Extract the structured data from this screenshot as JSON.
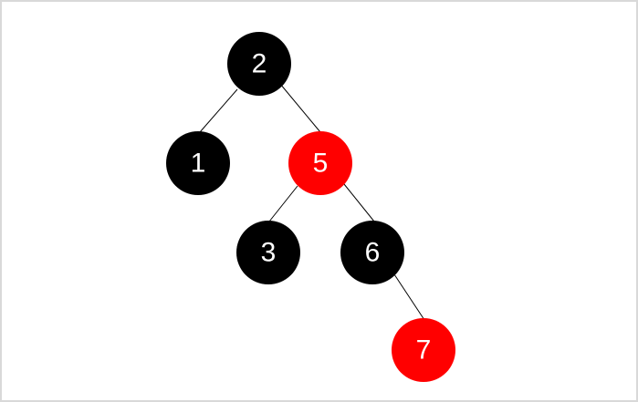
{
  "tree": {
    "colors": {
      "black": "#000000",
      "red": "#ff0000",
      "label": "#ffffff",
      "edge": "#000000",
      "border": "#d9d9d9"
    },
    "nodes": [
      {
        "id": "n2",
        "label": "2",
        "color": "black"
      },
      {
        "id": "n1",
        "label": "1",
        "color": "black"
      },
      {
        "id": "n5",
        "label": "5",
        "color": "red"
      },
      {
        "id": "n3",
        "label": "3",
        "color": "black"
      },
      {
        "id": "n6",
        "label": "6",
        "color": "black"
      },
      {
        "id": "n7",
        "label": "7",
        "color": "red"
      }
    ],
    "edges": [
      {
        "from": "n2",
        "to": "n1"
      },
      {
        "from": "n2",
        "to": "n5"
      },
      {
        "from": "n5",
        "to": "n3"
      },
      {
        "from": "n5",
        "to": "n6"
      },
      {
        "from": "n6",
        "to": "n7"
      }
    ]
  }
}
